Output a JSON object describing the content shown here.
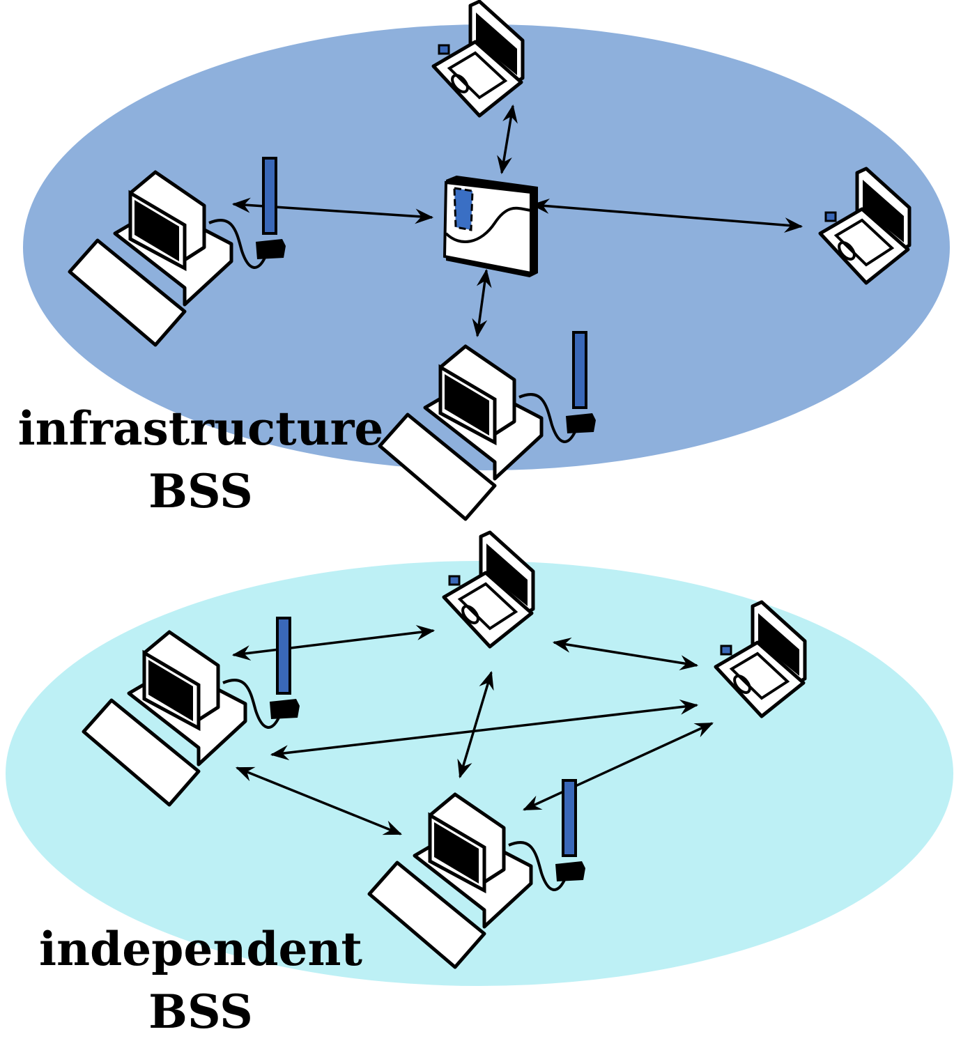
{
  "labels": {
    "infrastructure_line1": "infrastructure",
    "infrastructure_line2": "BSS",
    "independent_line1": "independent",
    "independent_line2": "BSS"
  },
  "colors": {
    "infrastructure_area": "#8eb0dc",
    "independent_area": "#bdf0f5",
    "antenna": "#3a68b8",
    "access_point_panel": "#3a6fc4"
  },
  "icons": {
    "station_desktop": "desktop-computer-with-antenna-icon",
    "station_laptop": "laptop-icon",
    "access_point": "access-point-icon"
  }
}
